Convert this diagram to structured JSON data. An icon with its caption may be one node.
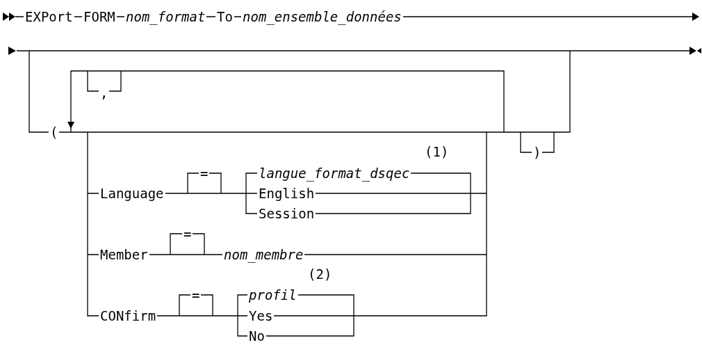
{
  "diagram": {
    "labels": [
      "EXPort",
      "FORM",
      "nom_format",
      "To",
      "nom_ensemble_données",
      "(",
      ",",
      "(1)",
      "langue_format_dsqec",
      "Language",
      "=",
      "English",
      "Session",
      ")",
      "Member",
      "=",
      "nom_membre",
      "(2)",
      "profil",
      "CONfirm",
      "=",
      "Yes",
      "No"
    ]
  }
}
